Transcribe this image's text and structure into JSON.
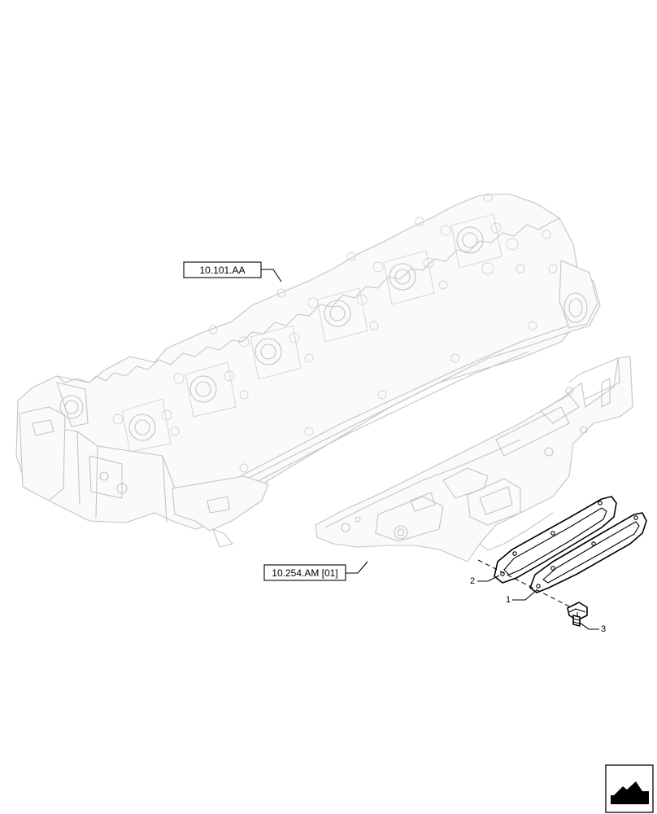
{
  "references": {
    "cylinder_head": "10.101.AA",
    "intake_manifold": "10.254.AM [01]"
  },
  "callouts": {
    "gasket_1": "1",
    "gasket_2": "2",
    "bolt_3": "3"
  },
  "nav_icon": "return-arrow-icon"
}
